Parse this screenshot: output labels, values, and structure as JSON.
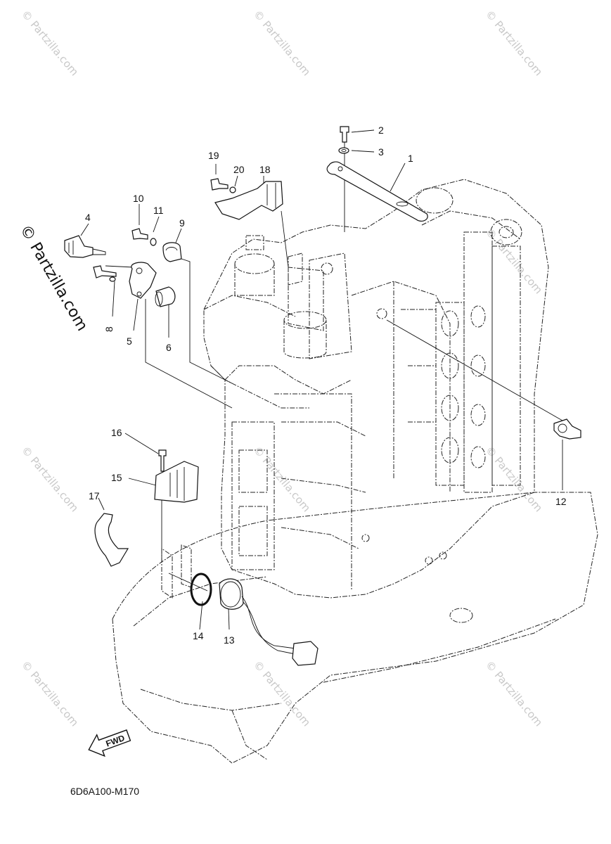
{
  "watermark": {
    "text": "© Partzilla.com",
    "side_text": "© Partzilla.com"
  },
  "callouts": [
    "1",
    "2",
    "3",
    "4",
    "5",
    "6",
    "8",
    "9",
    "10",
    "11",
    "12",
    "13",
    "14",
    "15",
    "16",
    "17",
    "18",
    "19",
    "20"
  ],
  "fwd_label": "FWD",
  "diagram_code": "6D6A100-M170",
  "colors": {
    "line": "#111111",
    "watermark": "#c9c9c9"
  }
}
